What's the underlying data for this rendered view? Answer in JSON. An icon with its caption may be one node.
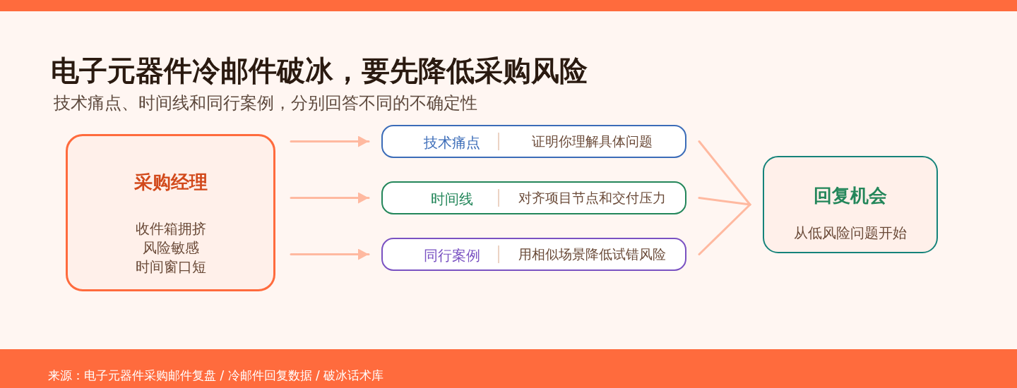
{
  "diagram": {
    "title": "电子元器件冷邮件破冰，要先降低采购风险",
    "nodes": [
      {
        "text": [
          "采购经理",
          "收件箱拥挤",
          "风险敏感",
          "时间窗口短"
        ]
      },
      {
        "text": [
          "技术痛点",
          "证明你理解具体问题"
        ]
      },
      {
        "text": [
          "时间线",
          "对齐项目节点和交付压力"
        ]
      },
      {
        "text": [
          "同行案例",
          "用相似场景降低试错风险"
        ]
      },
      {
        "text": [
          "回复机会",
          "从低风险问题开始"
        ]
      }
    ],
    "edges": [
      {
        "from": 0,
        "to": 1,
        "arrow": "to"
      },
      {
        "from": 0,
        "to": 2,
        "arrow": "to"
      },
      {
        "from": 0,
        "to": 3,
        "arrow": "to"
      },
      {
        "from": 1,
        "to": 4,
        "arrow": "none"
      },
      {
        "from": 2,
        "to": 4,
        "arrow": "none"
      },
      {
        "from": 3,
        "to": 4,
        "arrow": "none"
      }
    ],
    "labels": [
      "技术痛点、时间线和同行案例，分别回答不同的不确定性",
      "来源：电子元器件采购邮件复盘 / 冷邮件回复数据 / 破冰话术库"
    ]
  }
}
